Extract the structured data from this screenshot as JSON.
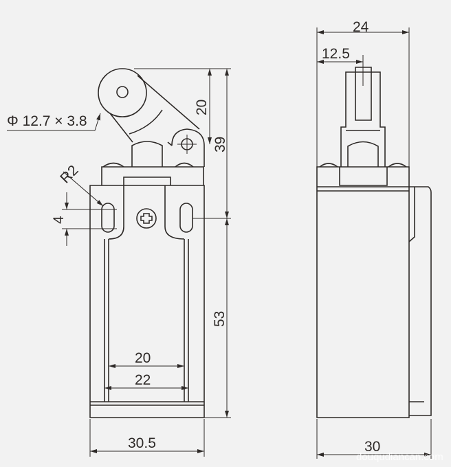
{
  "drawing": {
    "front_view": {
      "roller_label": "Φ 12.7 × 3.8",
      "radius_label": "R2",
      "slot_label": "4",
      "dim_arm": "20",
      "dim_top": "39",
      "dim_body": "53",
      "dim_inner_a": "20",
      "dim_inner_b": "22",
      "dim_width": "30.5"
    },
    "side_view": {
      "dim_width_top": "24",
      "dim_offset": "12.5",
      "dim_depth": "30"
    },
    "watermark": "douqudiancan.com",
    "line_color": "#2e2a28",
    "background": "#f2f2f2"
  }
}
